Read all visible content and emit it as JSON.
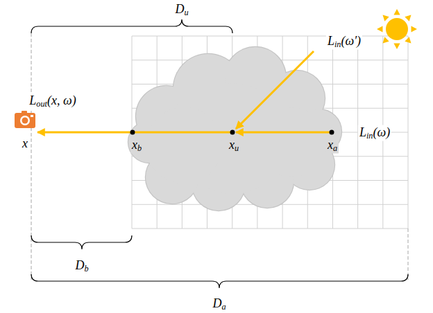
{
  "diagram": {
    "labels": [
      "Du",
      "Lin(ω′)",
      "Lout(x, ω)",
      "x",
      "xb",
      "xu",
      "xa",
      "Lin(ω)",
      "Db",
      "Da"
    ]
  }
}
